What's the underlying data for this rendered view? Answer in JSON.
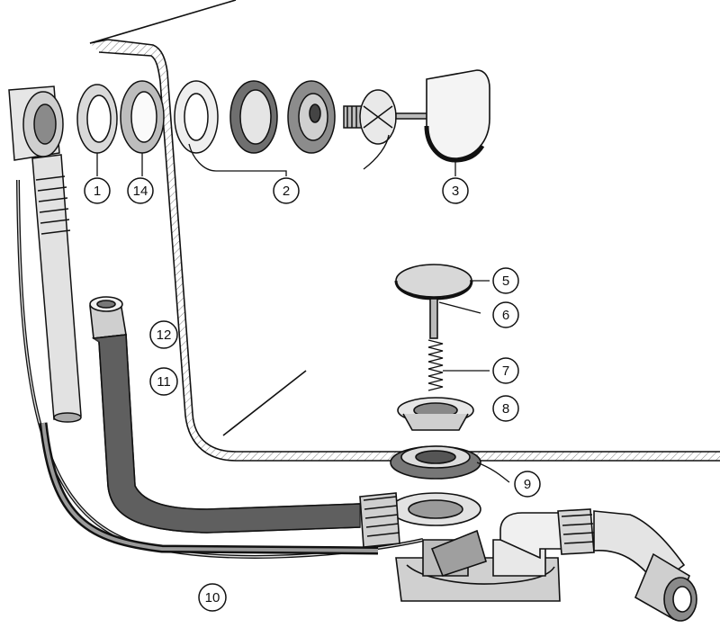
{
  "callouts": [
    {
      "id": "c1",
      "label": "1"
    },
    {
      "id": "c14",
      "label": "14"
    },
    {
      "id": "c2",
      "label": "2"
    },
    {
      "id": "c3",
      "label": "3"
    },
    {
      "id": "c5",
      "label": "5"
    },
    {
      "id": "c6",
      "label": "6"
    },
    {
      "id": "c7",
      "label": "7"
    },
    {
      "id": "c8",
      "label": "8"
    },
    {
      "id": "c9",
      "label": "9"
    },
    {
      "id": "c10",
      "label": "10"
    },
    {
      "id": "c11",
      "label": "11"
    },
    {
      "id": "c12",
      "label": "12"
    }
  ],
  "colors": {
    "ink": "#111111",
    "metal": "#d4d4d4",
    "shade": "#7a7a7a",
    "paper": "#ffffff"
  }
}
